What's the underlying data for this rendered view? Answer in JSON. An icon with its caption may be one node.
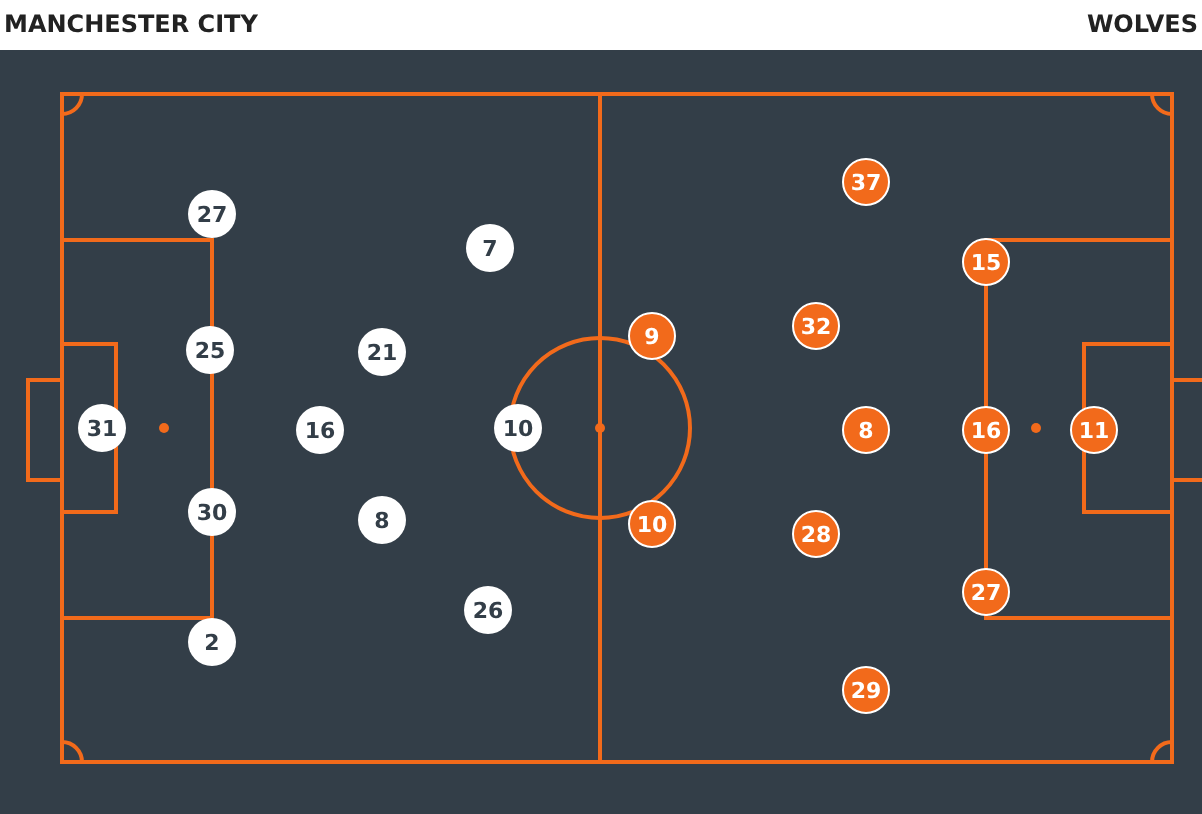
{
  "diagram": {
    "nodes": [
      {
        "text": [
          "27"
        ]
      },
      {
        "text": [
          "7"
        ]
      },
      {
        "text": [
          "25"
        ]
      },
      {
        "text": [
          "21"
        ]
      },
      {
        "text": [
          "31"
        ]
      },
      {
        "text": [
          "16"
        ]
      },
      {
        "text": [
          "10"
        ]
      },
      {
        "text": [
          "30"
        ]
      },
      {
        "text": [
          "8"
        ]
      },
      {
        "text": [
          "26"
        ]
      },
      {
        "text": [
          "2"
        ]
      },
      {
        "text": [
          "37"
        ]
      },
      {
        "text": [
          "15"
        ]
      },
      {
        "text": [
          "9"
        ]
      },
      {
        "text": [
          "32"
        ]
      },
      {
        "text": [
          "8"
        ]
      },
      {
        "text": [
          "16"
        ]
      },
      {
        "text": [
          "11"
        ]
      },
      {
        "text": [
          "10"
        ]
      },
      {
        "text": [
          "28"
        ]
      },
      {
        "text": [
          "27"
        ]
      },
      {
        "text": [
          "29"
        ]
      }
    ],
    "labels": [
      "MANCHESTER CITY",
      "WOLVES"
    ]
  }
}
